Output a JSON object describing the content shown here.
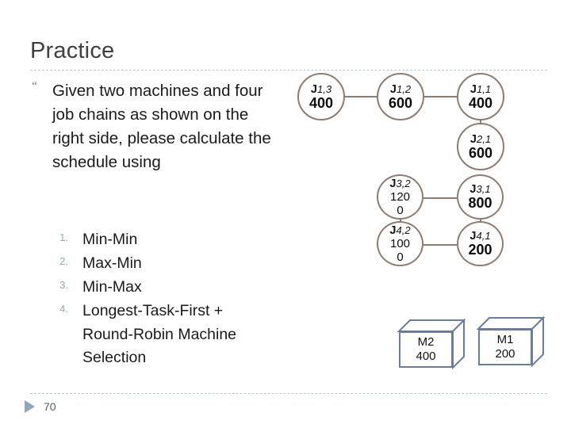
{
  "slide": {
    "title": "Practice",
    "page_number": "70",
    "rule_color": "#b9c3cc",
    "title_color": "#404040"
  },
  "bullets": {
    "quote_glyph": "“",
    "main_text": "Given two machines and four job chains as shown on the right side, please calculate the schedule using",
    "items": [
      {
        "num": "1.",
        "label": "Min-Min"
      },
      {
        "num": "2.",
        "label": "Max-Min"
      },
      {
        "num": "3.",
        "label": "Min-Max"
      },
      {
        "num": "4.",
        "label": "Longest-Task-First + Round-Robin Machine Selection"
      }
    ]
  },
  "diagram": {
    "node_stroke": "#8c7c72",
    "machine_stroke": "#6c7c9c",
    "nodes": [
      {
        "id": "j1-3",
        "label_main": "J",
        "label_sub": "1,3",
        "value": "400"
      },
      {
        "id": "j1-2",
        "label_main": "J",
        "label_sub": "1,2",
        "value": "600"
      },
      {
        "id": "j1-1",
        "label_main": "J",
        "label_sub": "1,1",
        "value": "400"
      },
      {
        "id": "j2-1",
        "label_main": "J",
        "label_sub": "2,1",
        "value": "600"
      },
      {
        "id": "j3-2",
        "label_main": "J",
        "label_sub": "3,2",
        "value": "1200"
      },
      {
        "id": "j3-1",
        "label_main": "J",
        "label_sub": "3,1",
        "value": "800"
      },
      {
        "id": "j4-2",
        "label_main": "J",
        "label_sub": "4,2",
        "value": "1000"
      },
      {
        "id": "j4-1",
        "label_main": "J",
        "label_sub": "4,1",
        "value": "200"
      }
    ],
    "machines": [
      {
        "id": "m2",
        "label": "M2",
        "value": "400"
      },
      {
        "id": "m1",
        "label": "M1",
        "value": "200"
      }
    ]
  }
}
